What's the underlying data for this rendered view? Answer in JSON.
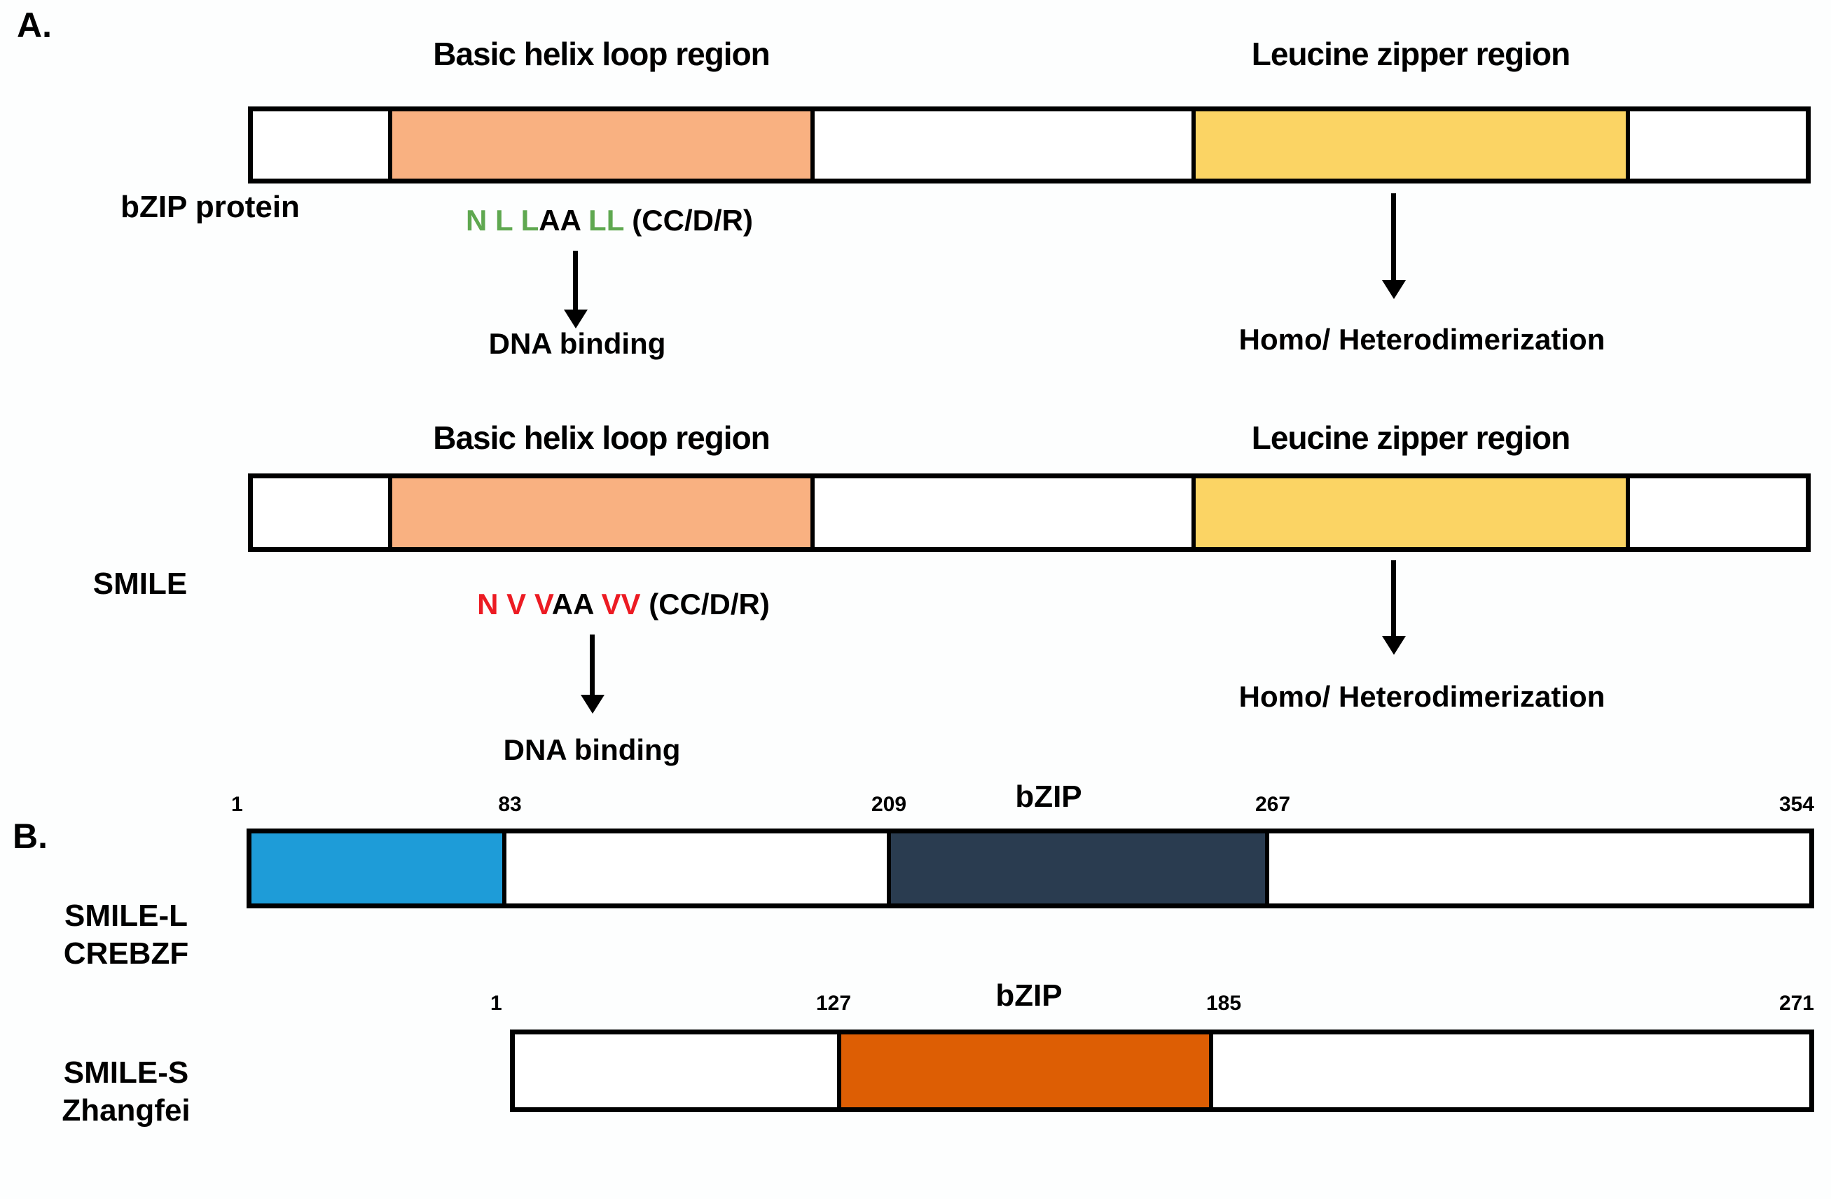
{
  "colors": {
    "basic_region": "#F9B181",
    "zipper_region": "#FBD464",
    "nterm_domain_blue": "#1E9CD8",
    "bzip_domain_navy": "#2A3C50",
    "bzip_domain_orange": "#DD5E04",
    "motif_green": "#5FA850",
    "motif_red": "#EC1B23"
  },
  "panel_a": {
    "label": "A.",
    "rows": [
      {
        "protein": "bZIP protein",
        "basic_title": "Basic helix loop region",
        "zipper_title": "Leucine zipper region",
        "motif": {
          "s1": "N L L",
          "s2": "AA",
          "s3": " LL",
          "s4": " (CC/D/R)"
        },
        "dna": "DNA binding",
        "dimer": "Homo/ Heterodimerization"
      },
      {
        "protein": "SMILE",
        "basic_title": "Basic helix loop region",
        "zipper_title": "Leucine zipper region",
        "motif": {
          "s1": "N V V",
          "s2": "AA",
          "s3": " VV",
          "s4": " (CC/D/R)"
        },
        "dna": "DNA binding",
        "dimer": "Homo/ Heterodimerization"
      }
    ]
  },
  "panel_b": {
    "label": "B.",
    "rows": [
      {
        "name_line1": "SMILE-L",
        "name_line2": "CREBZF",
        "domain_title": "bZIP",
        "ticks": [
          "1",
          "83",
          "209",
          "267",
          "354"
        ]
      },
      {
        "name_line1": "SMILE-S",
        "name_line2": "Zhangfei",
        "domain_title": "bZIP",
        "ticks": [
          "1",
          "127",
          "185",
          "271"
        ]
      }
    ]
  }
}
